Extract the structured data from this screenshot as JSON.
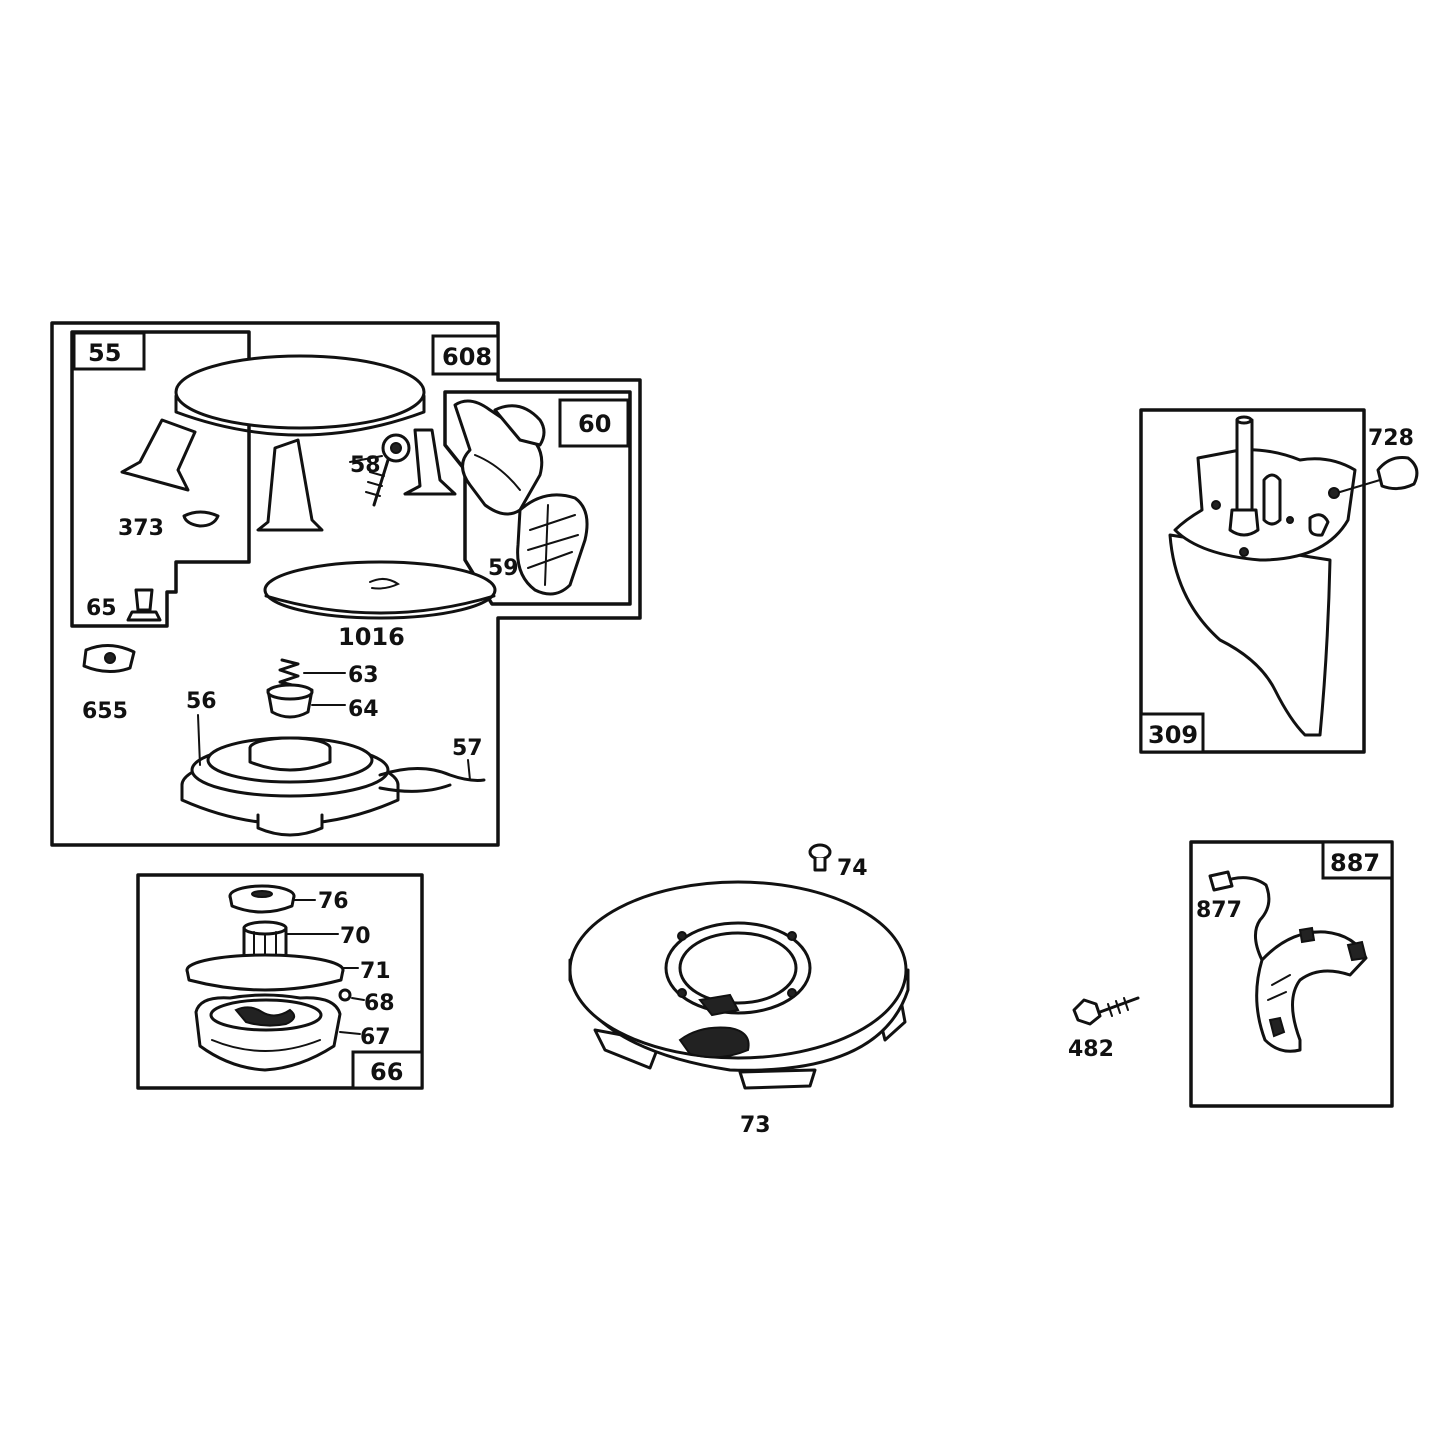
{
  "labels": {
    "l55": "55",
    "l608": "608",
    "l60": "60",
    "l58": "58",
    "l373": "373",
    "l59": "59",
    "l65": "65",
    "l1016": "1016",
    "l655": "655",
    "l63": "63",
    "l64": "64",
    "l56": "56",
    "l57": "57",
    "l76": "76",
    "l70": "70",
    "l71": "71",
    "l68": "68",
    "l67": "67",
    "l66": "66",
    "l74": "74",
    "l73": "73",
    "l728": "728",
    "l309": "309",
    "l887": "887",
    "l877": "877",
    "l482": "482"
  },
  "colors": {
    "ink": "#111111",
    "paper": "#ffffff"
  }
}
